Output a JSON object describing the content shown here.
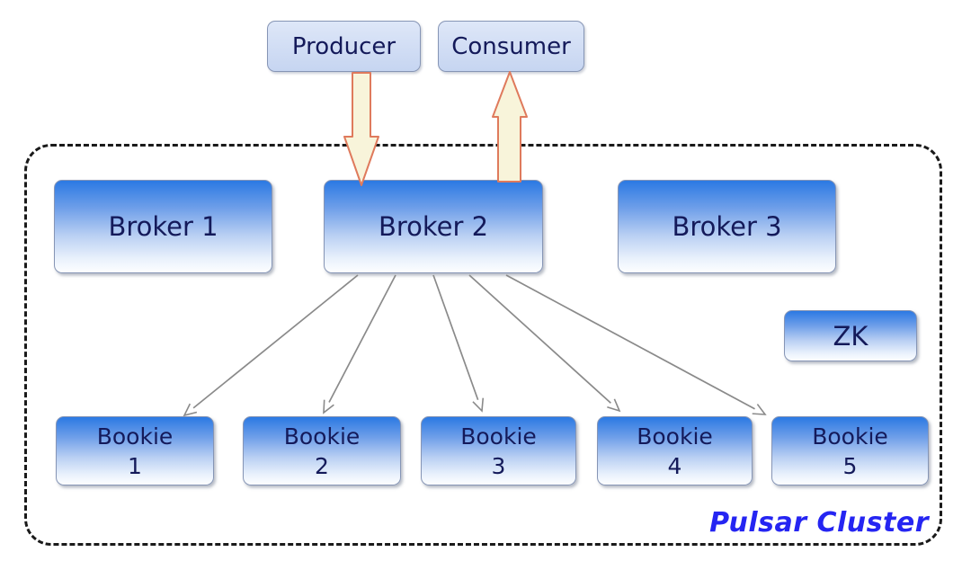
{
  "diagram": {
    "cluster_label": "Pulsar Cluster",
    "producer": {
      "label": "Producer"
    },
    "consumer": {
      "label": "Consumer"
    },
    "brokers": [
      {
        "label": "Broker 1"
      },
      {
        "label": "Broker 2"
      },
      {
        "label": "Broker 3"
      }
    ],
    "zk": {
      "label": "ZK"
    },
    "bookies": [
      {
        "name": "Bookie",
        "number": "1"
      },
      {
        "name": "Bookie",
        "number": "2"
      },
      {
        "name": "Bookie",
        "number": "3"
      },
      {
        "name": "Bookie",
        "number": "4"
      },
      {
        "name": "Bookie",
        "number": "5"
      }
    ],
    "connections": [
      {
        "from": "Producer",
        "to": "Broker 2",
        "type": "block-arrow-down"
      },
      {
        "from": "Broker 2",
        "to": "Consumer",
        "type": "block-arrow-up"
      },
      {
        "from": "Broker 2",
        "to": "Bookie 1",
        "type": "thin-open-arrow"
      },
      {
        "from": "Broker 2",
        "to": "Bookie 2",
        "type": "thin-open-arrow"
      },
      {
        "from": "Broker 2",
        "to": "Bookie 3",
        "type": "thin-open-arrow"
      },
      {
        "from": "Broker 2",
        "to": "Bookie 4",
        "type": "thin-open-arrow"
      },
      {
        "from": "Broker 2",
        "to": "Bookie 5",
        "type": "thin-open-arrow"
      }
    ]
  },
  "colors": {
    "node_blue_top": "#2b79e3",
    "node_text": "#141a5a",
    "node_border": "#8695b5",
    "light_node_top": "#dee7f8",
    "light_node_bottom": "#c6d5f1",
    "cluster_label_color": "#2525f2",
    "flow_arrow_fill": "#f8f4da",
    "flow_arrow_stroke": "#df7a5c",
    "connector_gray": "#8a8a8a",
    "border_dash": "#1a1a1a"
  }
}
